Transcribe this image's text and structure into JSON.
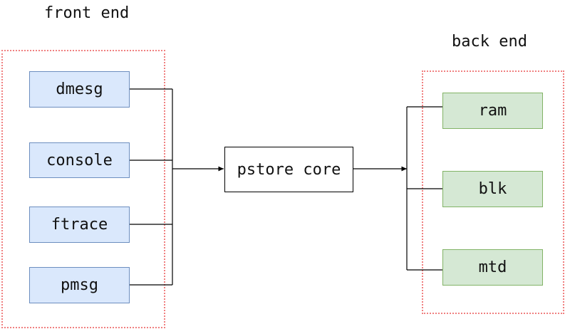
{
  "front_group": {
    "label": "front end",
    "nodes": [
      "dmesg",
      "console",
      "ftrace",
      "pmsg"
    ],
    "fill": "#dae8fc",
    "stroke": "#6c8ebf"
  },
  "core": {
    "label": "pstore core"
  },
  "back_group": {
    "label": "back end",
    "nodes": [
      "ram",
      "blk",
      "mtd"
    ],
    "fill": "#d5e8d4",
    "stroke": "#82b366"
  },
  "group_border_color": "#f08080",
  "edges": [
    {
      "from": "dmesg",
      "to": "pstore core"
    },
    {
      "from": "console",
      "to": "pstore core"
    },
    {
      "from": "ftrace",
      "to": "pstore core"
    },
    {
      "from": "pmsg",
      "to": "pstore core"
    },
    {
      "from": "pstore core",
      "to": "ram"
    },
    {
      "from": "pstore core",
      "to": "blk"
    },
    {
      "from": "pstore core",
      "to": "mtd"
    }
  ]
}
